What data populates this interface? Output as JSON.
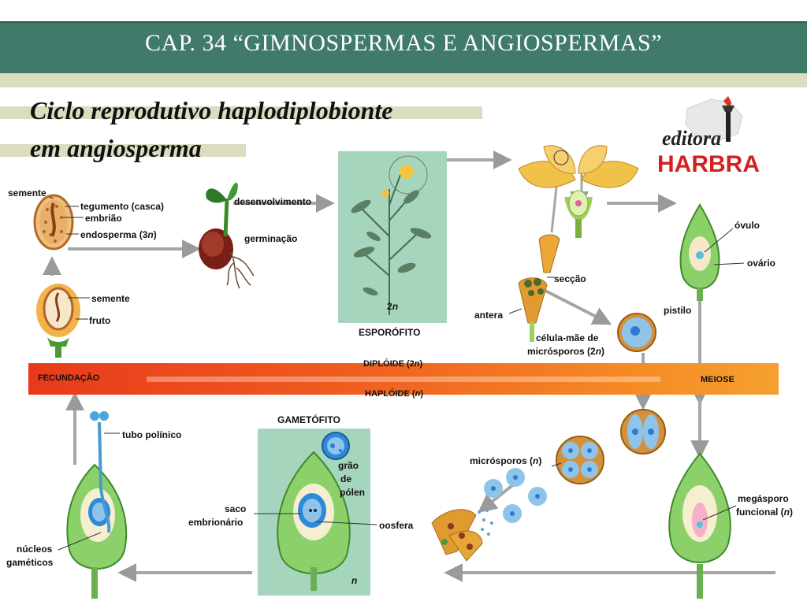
{
  "header": {
    "title": "CAP. 34 “GIMNOSPERMAS E ANGIOSPERMAS”"
  },
  "heading": {
    "line1": "Ciclo reprodutivo haplodiplobionte",
    "line2": "em angiosperma"
  },
  "logo": {
    "script": "editora",
    "brand": "HARBRA",
    "brand_color": "#d42020"
  },
  "cycle": {
    "left_box": "FECUNDAÇÃO",
    "right_box": "MEIOSE",
    "upper_phase": "DIPLÓIDE",
    "lower_phase": "HAPLÓIDE",
    "diploid_mark": "(2",
    "haploid_mark": "(",
    "ploidy_n": "n",
    "close": ")"
  },
  "labels": {
    "semente_top": "semente",
    "tegumento": "tegumento (casca)",
    "embriao": "embrião",
    "endosperma": "endosperma (3",
    "endosperma_n": "n",
    "endosperma_close": ")",
    "desenvolvimento": "desenvolvimento",
    "germinacao": "germinação",
    "semente_mid": "semente",
    "fruto": "fruto",
    "esporofito": "ESPORÓFITO",
    "esporofito_ploidy": "2",
    "esporofito_n": "n",
    "seccao": "secção",
    "antera": "antera",
    "celula_mae_1": "célula-mãe de",
    "celula_mae_2": "micrósporos (2",
    "celula_mae_n": "n",
    "celula_mae_close": ")",
    "ovulo": "óvulo",
    "ovario": "ovário",
    "pistilo": "pistilo",
    "gametofito": "GAMETÓFITO",
    "tubo_polinico": "tubo polínico",
    "grao": "grão",
    "de": "de",
    "polen": "pólen",
    "saco_1": "saco",
    "saco_2": "embrionário",
    "oosfera": "oosfera",
    "nucleos_1": "núcleos",
    "nucleos_2": "gaméticos",
    "gametofito_n": "n",
    "microsporos": "micrósporos (",
    "microsporos_n": "n",
    "microsporos_close": ")",
    "megasporo_1": "megásporo",
    "megasporo_2": "funcional (",
    "megasporo_n": "n",
    "megasporo_close": ")"
  }
}
